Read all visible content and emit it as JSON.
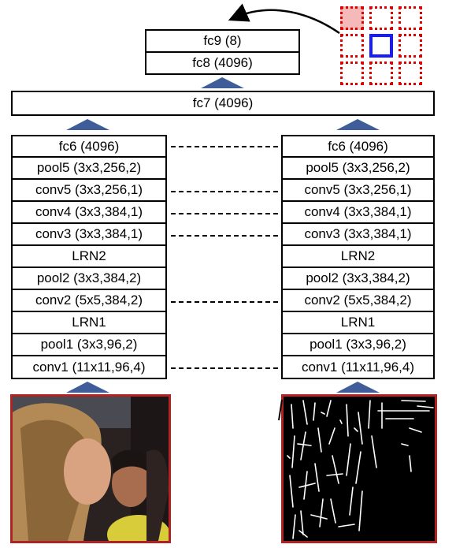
{
  "top": {
    "fc9": "fc9 (8)",
    "fc8": "fc8 (4096)",
    "fc7": "fc7 (4096)"
  },
  "left_stream": [
    "fc6 (4096)",
    "pool5 (3x3,256,2)",
    "conv5 (3x3,256,1)",
    "conv4 (3x3,384,1)",
    "conv3 (3x3,384,1)",
    "LRN2",
    "pool2 (3x3,384,2)",
    "conv2 (5x5,384,2)",
    "LRN1",
    "pool1 (3x3,96,2)",
    "conv1 (11x11,96,4)"
  ],
  "right_stream": [
    "fc6 (4096)",
    "pool5 (3x3,256,2)",
    "conv5 (3x3,256,1)",
    "conv4 (3x3,384,1)",
    "conv3 (3x3,384,1)",
    "LRN2",
    "pool2 (3x3,384,2)",
    "conv2 (5x5,384,2)",
    "LRN1",
    "pool1 (3x3,96,2)",
    "conv1 (11x11,96,4)"
  ],
  "colors": {
    "arrow": "#3e5d99",
    "grid_dots": "#e00000",
    "grid_highlight": "#f6b9b9",
    "center_square": "#1a1aff",
    "photo_frame": "#b22222"
  },
  "icons": {
    "flow_arrow": "blue-triangle-icon",
    "output_arrow": "curved-arrow-icon"
  }
}
